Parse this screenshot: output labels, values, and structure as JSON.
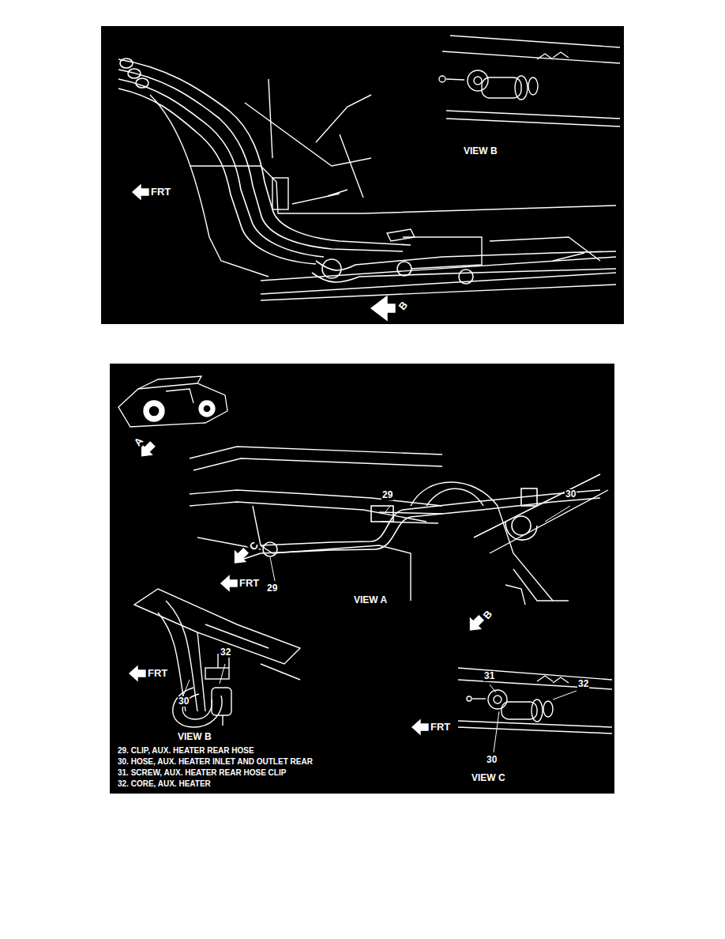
{
  "diagram": {
    "labels": [
      "VIEW B",
      "FRT",
      "B",
      "A",
      "29",
      "30",
      "C",
      "FRT",
      "29",
      "VIEW A",
      "B",
      "32",
      "31",
      "32",
      "FRT",
      "FRT",
      "30",
      "30",
      "VIEW B",
      "VIEW C",
      "29. CLIP, AUX. HEATER REAR HOSE",
      "30. HOSE, AUX. HEATER INLET AND OUTLET REAR",
      "31. SCREW, AUX. HEATER REAR HOSE CLIP",
      "32. CORE, AUX. HEATER"
    ]
  }
}
